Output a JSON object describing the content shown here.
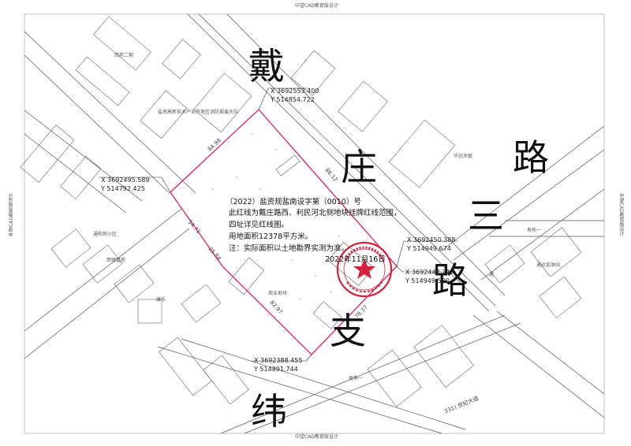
{
  "watermark": {
    "top": "中望CAD教育版设计",
    "bottom": "中望CAD教育版设计",
    "left": "中望CAD教育版设计",
    "right": "中望CAD教育版设计"
  },
  "street_labels": {
    "char_dai": "戴",
    "char_zhuang": "庄",
    "char_zhi": "支",
    "char_wei": "纬",
    "char_lu1": "路",
    "char_san": "三",
    "char_lu2": "路"
  },
  "plan_note": {
    "line1": "（2022）盐资规盐南设字第（0010）号",
    "line2": "此红线为戴庄路西、利民河北侧地块挂牌红线范围，",
    "line3": "四址详见红线图。",
    "line4": "用地面积12378平方米。",
    "line5": "注：实际面积以土地勘界实测为准。",
    "date": "2022年11月16日"
  },
  "coordinates": {
    "p1_x": "X 3692553.400",
    "p1_y": "Y 514854.722",
    "p2_x": "X 3692495.589",
    "p2_y": "Y 514792.425",
    "p3_x": "X 3692450.388",
    "p3_y": "Y 514949.674",
    "p4_x": "X 3692442.229",
    "p4_y": "Y 514949.580",
    "p5_x": "X 3692388.455",
    "p5_y": "Y 514891.744"
  },
  "dimensions": {
    "top_edge": "84.98",
    "left_upper": "54.71",
    "left_lower": "25.84",
    "bottom_edge": "82.97",
    "right_lower": "78.37",
    "right_upper": "86.12"
  },
  "map_labels": {
    "office": "盐南高新技术产业开发区消防救援大队",
    "xiyuan": "西苑二期",
    "tongheyuan": "通和苑小区",
    "parking": "通达加油站",
    "shouyi": "寿佚一",
    "road_east": "寿佚一",
    "road_bottom": "331) 世纪大道",
    "kangle": "康乐",
    "xizhen": "西镇嘉苑",
    "center_small": "商业地块",
    "huanyue": "华远天赋",
    "tong": "通"
  },
  "colors": {
    "boundary": "#e0205a",
    "seal": "#d8203a",
    "map_lines": "#444444",
    "background": "#ffffff"
  }
}
